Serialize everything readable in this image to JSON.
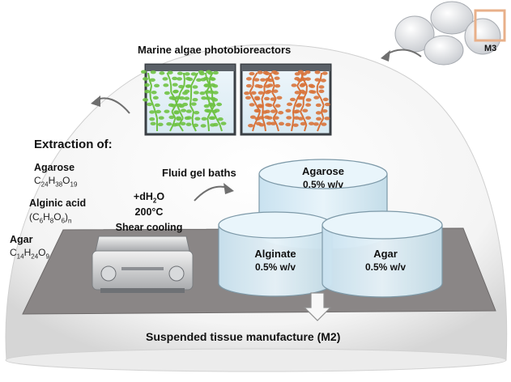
{
  "title": "Marine algae photobioreactors",
  "extraction": {
    "heading": "Extraction of:",
    "compounds": [
      {
        "name": "Agarose",
        "formula_html": "C<sub>24</sub>H<sub>38</sub>O<sub>19</sub>"
      },
      {
        "name": "Alginic acid",
        "formula_html": "(C<sub>6</sub>H<sub>8</sub>O<sub>6</sub>)<sub>n</sub>"
      },
      {
        "name": "Agar",
        "formula_html": "C<sub>14</sub>H<sub>24</sub>O<sub>9</sub>"
      }
    ]
  },
  "conditions": {
    "line1_html": "+dH<sub>2</sub>O",
    "line2": "200°C",
    "line3": "Shear cooling"
  },
  "fluid_gel_label": "Fluid gel baths",
  "baths": [
    {
      "name": "Agarose",
      "concentration": "0.5% w/v"
    },
    {
      "name": "Alginate",
      "concentration": "0.5% w/v"
    },
    {
      "name": "Agar",
      "concentration": "0.5% w/v"
    }
  ],
  "output_label": "Suspended tissue manufacture (M2)",
  "module_label": "M3",
  "colors": {
    "green_algae": "#6fc244",
    "red_algae": "#d8733a",
    "dome": "#f6f6f6",
    "bath": "#d9ecf6",
    "tray": "#8a8686"
  }
}
